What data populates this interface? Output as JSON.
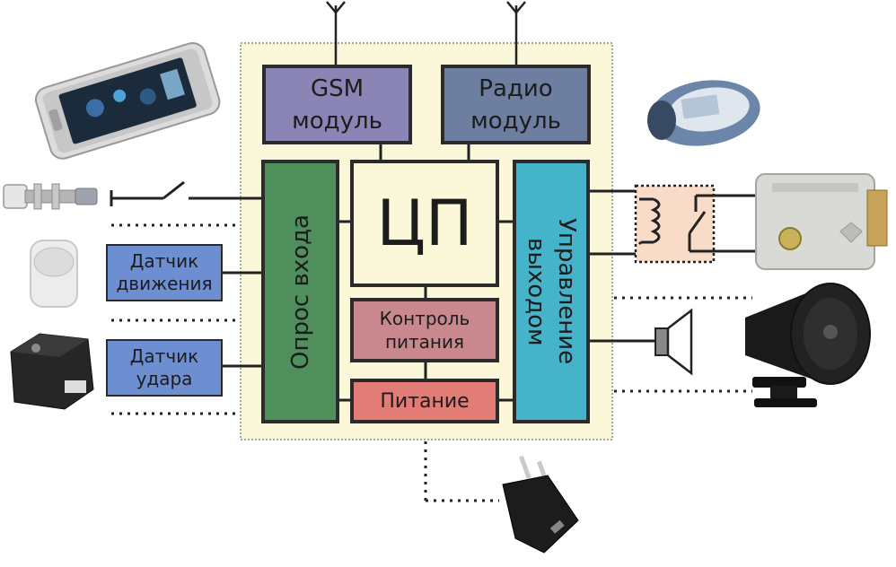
{
  "blocks": {
    "gsm": "GSM\nмодуль",
    "radio": "Радио\nмодуль",
    "cpu": "ЦП",
    "input_poll": "Опрос входа",
    "output_ctrl": "Управление\nвыходом",
    "power_ctrl": "Контроль\nпитания",
    "power": "Питание",
    "motion_sensor": "Датчик\nдвижения",
    "shock_sensor": "Датчик\nудара"
  },
  "colors": {
    "board_bg": "#fbf7d9",
    "module_purple": "#8b85b5",
    "module_slate": "#6d7ea0",
    "input_green": "#4f8f5c",
    "output_cyan": "#45b3c9",
    "power_ctrl_pink": "#c9888e",
    "power_red": "#e37b76",
    "sensor_blue": "#6d8fd2",
    "cpu_bg": "#fbf7d9",
    "relay_bg": "#f8dcc8"
  }
}
